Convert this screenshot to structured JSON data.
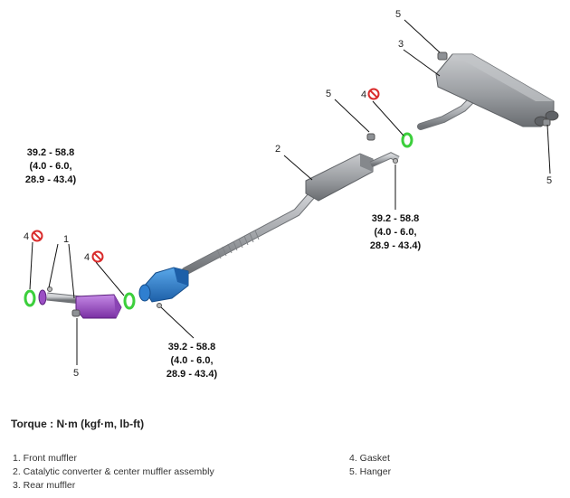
{
  "torque_values": {
    "front": [
      "39.2 - 58.8",
      "(4.0 - 6.0,",
      "28.9 - 43.4)"
    ],
    "mid": [
      "39.2 - 58.8",
      "(4.0 - 6.0,",
      "28.9 - 43.4)"
    ],
    "rear": [
      "39.2 - 58.8",
      "(4.0 - 6.0,",
      "28.9 - 43.4)"
    ]
  },
  "callouts": {
    "front_muffler": "1",
    "center_assembly": "2",
    "rear_muffler": "3",
    "gasket": "4",
    "hanger": "5"
  },
  "torque_heading": "Torque : N·m (kgf·m, lb-ft)",
  "legend": {
    "left": [
      "1. Front muffler",
      "2. Catalytic converter & center muffler assembly",
      "3. Rear muffler"
    ],
    "right": [
      "4. Gasket",
      "5. Hanger"
    ]
  },
  "colors": {
    "pipe": "#9ea1a6",
    "front_muffler": "#9b4fc4",
    "catalytic_converter": "#2f7fd0",
    "gasket": "#3ccf3c",
    "no_reuse": "#d92b2b"
  }
}
